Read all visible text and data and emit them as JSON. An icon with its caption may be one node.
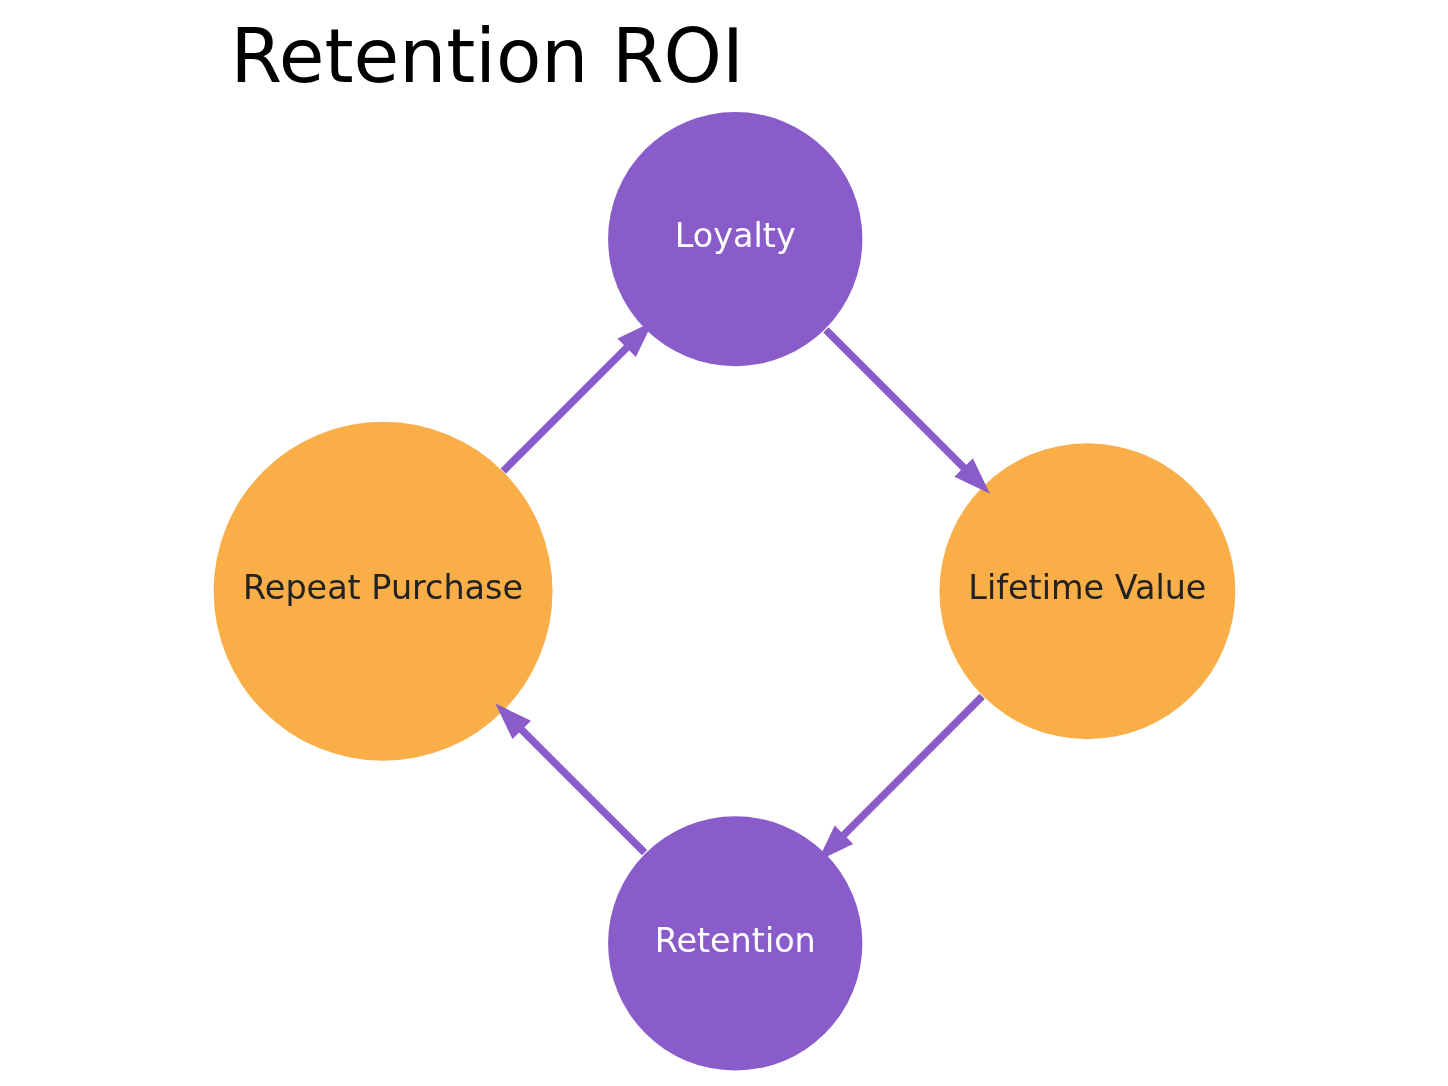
{
  "diagram": {
    "title": "Retention ROI",
    "nodes": [
      {
        "text": [
          "Retention"
        ]
      },
      {
        "text": [
          "Repeat Purchase"
        ]
      },
      {
        "text": [
          "Loyalty"
        ]
      },
      {
        "text": [
          "Lifetime Value"
        ]
      }
    ],
    "edges": [
      {
        "from": 0,
        "to": 1,
        "arrow": "to"
      },
      {
        "from": 1,
        "to": 2,
        "arrow": "to"
      },
      {
        "from": 2,
        "to": 3,
        "arrow": "to"
      },
      {
        "from": 3,
        "to": 0,
        "arrow": "to"
      }
    ]
  }
}
